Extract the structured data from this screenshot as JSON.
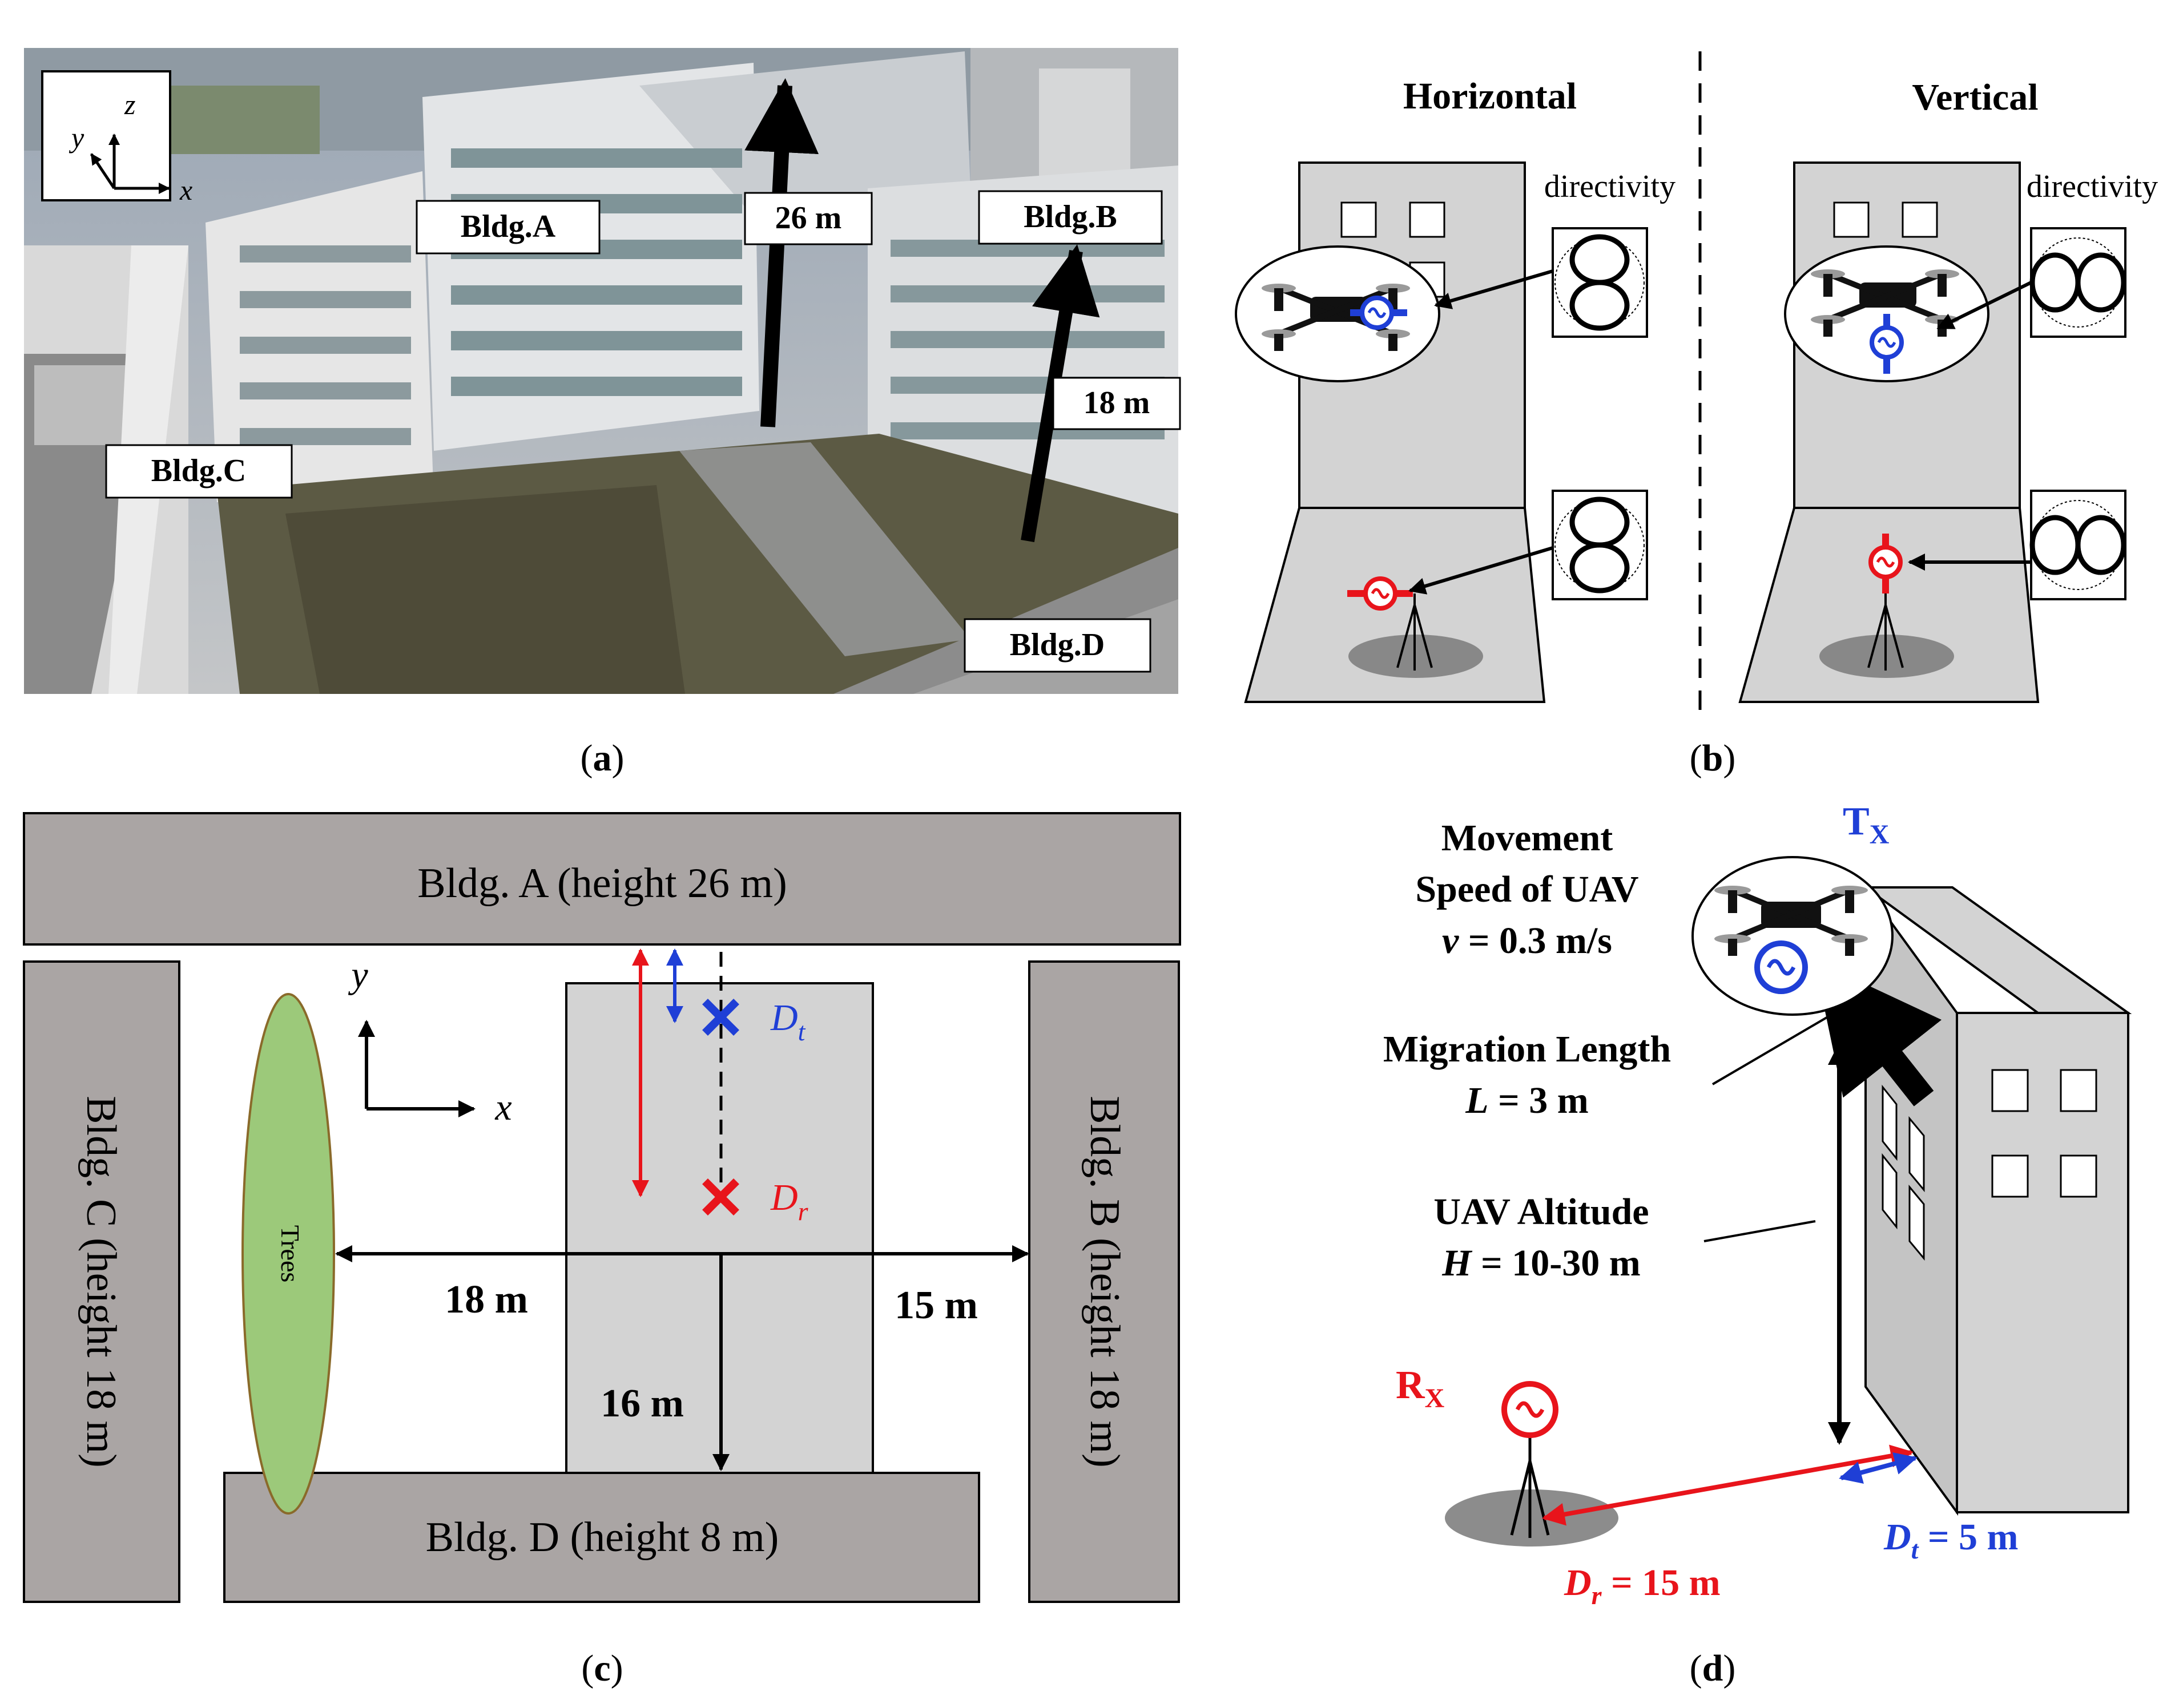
{
  "panels": {
    "a": {
      "caption_letter": "a",
      "axes": {
        "x": "x",
        "y": "y",
        "z": "z"
      },
      "labels": {
        "bldg_a": "Bldg.A",
        "bldg_b": "Bldg.B",
        "bldg_c": "Bldg.C",
        "bldg_d": "Bldg.D"
      },
      "heights": {
        "a": "26 m",
        "b": "18 m"
      }
    },
    "b": {
      "caption_letter": "b",
      "left_title": "Horizontal",
      "right_title": "Vertical",
      "directivity": "directivity"
    },
    "c": {
      "caption_letter": "c",
      "bldg_a": "Bldg. A (height 26 m)",
      "bldg_b": "Bldg. B (height 18 m)",
      "bldg_c": "Bldg. C (height 18 m)",
      "bldg_d": "Bldg. D (height 8 m)",
      "trees": "Trees",
      "axes": {
        "x": "x",
        "y": "y"
      },
      "dt": {
        "main": "D",
        "sub": "t"
      },
      "dr": {
        "main": "D",
        "sub": "r"
      },
      "dist_18": "18 m",
      "dist_15": "15 m",
      "dist_16": "16 m"
    },
    "d": {
      "caption_letter": "d",
      "tx": {
        "main": "T",
        "sub": "X"
      },
      "rx": {
        "main": "R",
        "sub": "X"
      },
      "speed": {
        "line1": "Movement",
        "line2": "Speed of UAV",
        "var": "v",
        "value": " = 0.3 m/s"
      },
      "migration": {
        "line1": "Migration Length",
        "var": "L",
        "value": " = 3 m"
      },
      "altitude": {
        "line1": "UAV Altitude",
        "var": "H",
        "value": " = 10-30 m"
      },
      "dt": {
        "main": "D",
        "sub": "t",
        "value": " = 5 m"
      },
      "dr": {
        "main": "D",
        "sub": "r",
        "value": " = 15 m"
      }
    }
  },
  "colors": {
    "red": "#e8141b",
    "blue": "#1f3fd6",
    "building": "#aaa5a4",
    "light": "#d3d3d3",
    "trees": "#9cc97a"
  }
}
